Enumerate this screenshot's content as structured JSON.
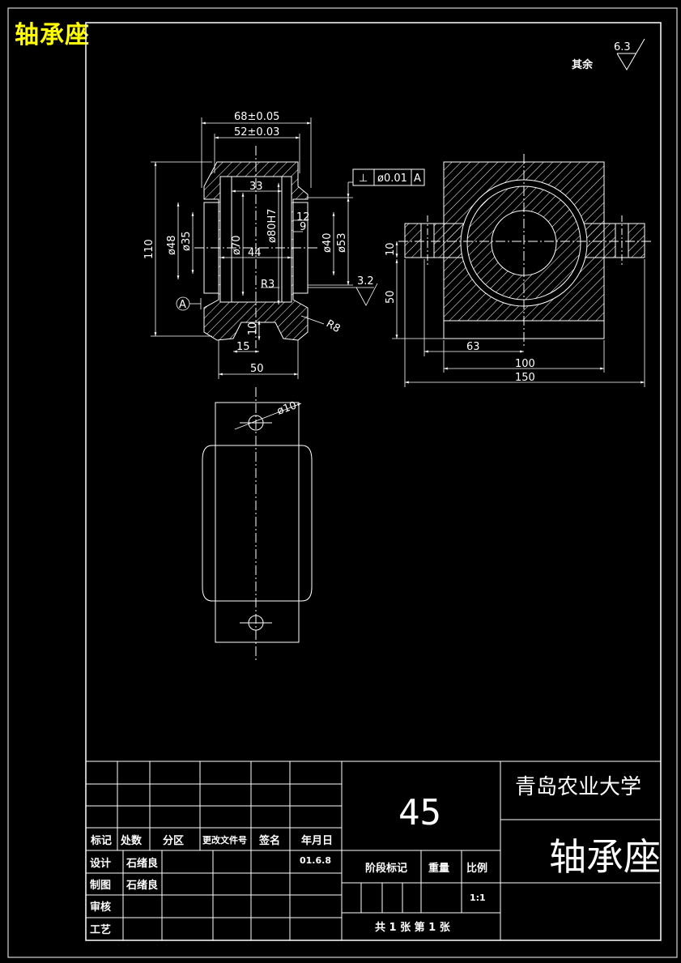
{
  "header": {
    "corner_title": "轴承座"
  },
  "roughness": {
    "label": "其余",
    "value": "6.3",
    "callout_value": "3.2"
  },
  "tolerance_frame": {
    "symbol": "⊥",
    "value": "ø0.01",
    "datum": "A"
  },
  "datum_label": "A",
  "dimensions": {
    "front": {
      "overall_width": "68±0.05",
      "inner_width": "52±0.03",
      "height": "110",
      "d48": "ø48",
      "d35": "ø35",
      "d70": "ø70",
      "d80": "ø80H7",
      "d40": "ø40",
      "d53": "ø53",
      "w33": "33",
      "w44": "44",
      "w12": "12",
      "w9": "9",
      "r3": "R3",
      "r8": "R8",
      "h10": "10",
      "w15": "15",
      "w50": "50"
    },
    "side": {
      "h10": "10",
      "h50": "50",
      "w63": "63",
      "w100": "100",
      "w150": "150"
    },
    "top": {
      "d10": "ø10"
    }
  },
  "title_block": {
    "material": "45",
    "school": "青岛农业大学",
    "part_name": "轴承座",
    "headers": {
      "mark": "标记",
      "count": "处数",
      "zone": "分区",
      "change_doc": "更改文件号",
      "sign": "签名",
      "date": "年月日"
    },
    "rows": {
      "design": "设计",
      "design_name": "石绪良",
      "design_date": "01.6.8",
      "drawn": "制图",
      "drawn_name": "石绪良",
      "review": "审核",
      "process": "工艺"
    },
    "stage": "阶段标记",
    "weight": "重量",
    "scale_label": "比例",
    "scale": "1:1",
    "sheets": "共 1 张 第 1 张"
  },
  "colors": {
    "background": "#000000",
    "line": "#ffffff",
    "title": "#ffff00"
  }
}
